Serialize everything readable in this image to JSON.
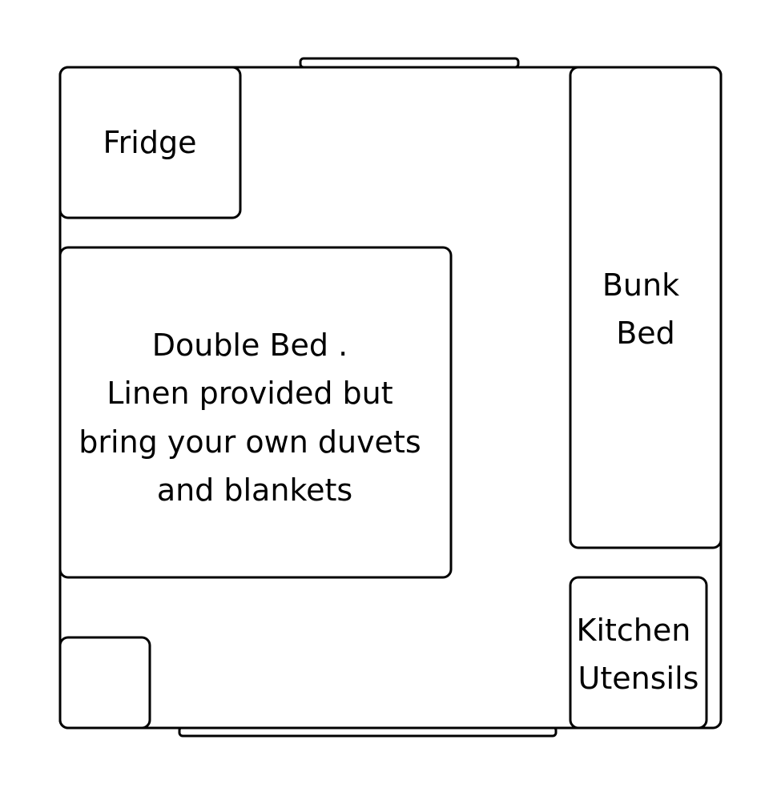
{
  "colors": {
    "stroke": "#000000",
    "fill": "#ffffff"
  },
  "rooms": {
    "fridge": {
      "lines": [
        "Fridge"
      ]
    },
    "double_bed": {
      "lines": [
        "Double Bed .",
        "Linen provided but",
        "bring your own duvets",
        "and blankets"
      ]
    },
    "bunk_bed": {
      "lines": [
        "Bunk",
        "Bed"
      ]
    },
    "kitchen_utensils": {
      "lines": [
        "Kitchen",
        "Utensils"
      ]
    }
  }
}
